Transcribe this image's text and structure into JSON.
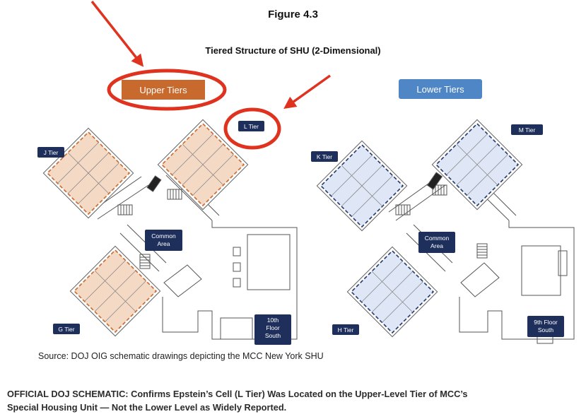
{
  "figure": {
    "title": "Figure 4.3",
    "subtitle": "Tiered Structure of SHU (2-Dimensional)"
  },
  "legend": {
    "upper_label": "Upper Tiers",
    "lower_label": "Lower Tiers"
  },
  "upper_plan": {
    "tiers": {
      "j": "J Tier",
      "l": "L Tier",
      "g": "G Tier"
    },
    "common_area": [
      "Common",
      "Area"
    ],
    "floor": [
      "10th",
      "Floor",
      "South"
    ]
  },
  "lower_plan": {
    "tiers": {
      "k": "K Tier",
      "m": "M Tier",
      "h": "H Tier"
    },
    "common_area": [
      "Common",
      "Area"
    ],
    "floor": [
      "9th Floor",
      "South"
    ]
  },
  "source": "Source:  DOJ OIG schematic drawings depicting the MCC New York SHU",
  "caption": {
    "line1": "OFFICIAL DOJ SCHEMATIC: Confirms Epstein’s Cell (L Tier) Was Located on the Upper-Level Tier of MCC’s",
    "line2": "Special Housing Unit — Not the Lower Level as Widely Reported."
  },
  "colors": {
    "upper_fill": "#f4d9c5",
    "upper_dash": "#c8692e",
    "upper_badge": "#c8692e",
    "lower_fill": "#dfe7f6",
    "lower_dash": "#22376a",
    "lower_badge": "#4f86c6",
    "label_bg": "#1e2f5c",
    "annotation_red": "#e0331f"
  }
}
